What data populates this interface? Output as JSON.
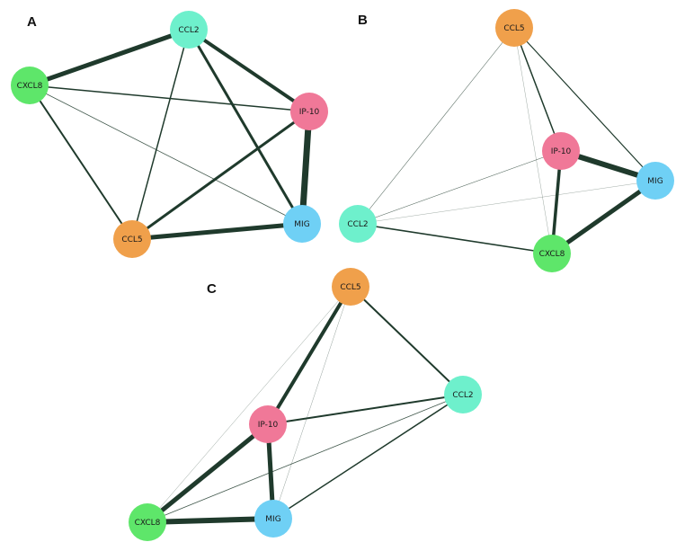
{
  "edge_color": "#1f3a2c",
  "nodes": {
    "CCL2": {
      "label": "CCL2",
      "color": "#6ef0cc"
    },
    "CCL5": {
      "label": "CCL5",
      "color": "#f0a04b"
    },
    "CXCL8": {
      "label": "CXCL8",
      "color": "#5ee66a"
    },
    "IP-10": {
      "label": "IP-10",
      "color": "#f07898"
    },
    "MIG": {
      "label": "MIG",
      "color": "#6fd0f5"
    }
  },
  "panels": [
    {
      "label": "A",
      "edges": [
        {
          "from": "CCL2",
          "to": "CXCL8",
          "weight": 5
        },
        {
          "from": "CCL2",
          "to": "IP-10",
          "weight": 4
        },
        {
          "from": "CCL2",
          "to": "MIG",
          "weight": 3
        },
        {
          "from": "CCL2",
          "to": "CCL5",
          "weight": 1.5
        },
        {
          "from": "CXCL8",
          "to": "IP-10",
          "weight": 1.5
        },
        {
          "from": "CXCL8",
          "to": "MIG",
          "weight": 0.8
        },
        {
          "from": "CXCL8",
          "to": "CCL5",
          "weight": 2
        },
        {
          "from": "IP-10",
          "to": "MIG",
          "weight": 7
        },
        {
          "from": "IP-10",
          "to": "CCL5",
          "weight": 3
        },
        {
          "from": "CCL5",
          "to": "MIG",
          "weight": 5
        }
      ]
    },
    {
      "label": "B",
      "edges": [
        {
          "from": "CCL5",
          "to": "CCL2",
          "weight": 0.6
        },
        {
          "from": "CCL5",
          "to": "IP-10",
          "weight": 1.5
        },
        {
          "from": "CCL5",
          "to": "MIG",
          "weight": 1.2
        },
        {
          "from": "CCL5",
          "to": "CXCL8",
          "weight": 0.2
        },
        {
          "from": "IP-10",
          "to": "CCL2",
          "weight": 0.6
        },
        {
          "from": "IP-10",
          "to": "MIG",
          "weight": 6
        },
        {
          "from": "IP-10",
          "to": "CXCL8",
          "weight": 3.5
        },
        {
          "from": "CCL2",
          "to": "CXCL8",
          "weight": 1.6
        },
        {
          "from": "CCL2",
          "to": "MIG",
          "weight": 0.15
        },
        {
          "from": "MIG",
          "to": "CXCL8",
          "weight": 5
        }
      ]
    },
    {
      "label": "C",
      "edges": [
        {
          "from": "CCL5",
          "to": "CCL2",
          "weight": 2
        },
        {
          "from": "CCL5",
          "to": "IP-10",
          "weight": 4
        },
        {
          "from": "CCL5",
          "to": "CXCL8",
          "weight": 0.3
        },
        {
          "from": "CCL5",
          "to": "MIG",
          "weight": 0.3
        },
        {
          "from": "CCL2",
          "to": "IP-10",
          "weight": 2
        },
        {
          "from": "CCL2",
          "to": "MIG",
          "weight": 1.5
        },
        {
          "from": "CCL2",
          "to": "CXCL8",
          "weight": 0.8
        },
        {
          "from": "IP-10",
          "to": "CXCL8",
          "weight": 5
        },
        {
          "from": "IP-10",
          "to": "MIG",
          "weight": 5
        },
        {
          "from": "CXCL8",
          "to": "MIG",
          "weight": 6
        }
      ]
    }
  ]
}
